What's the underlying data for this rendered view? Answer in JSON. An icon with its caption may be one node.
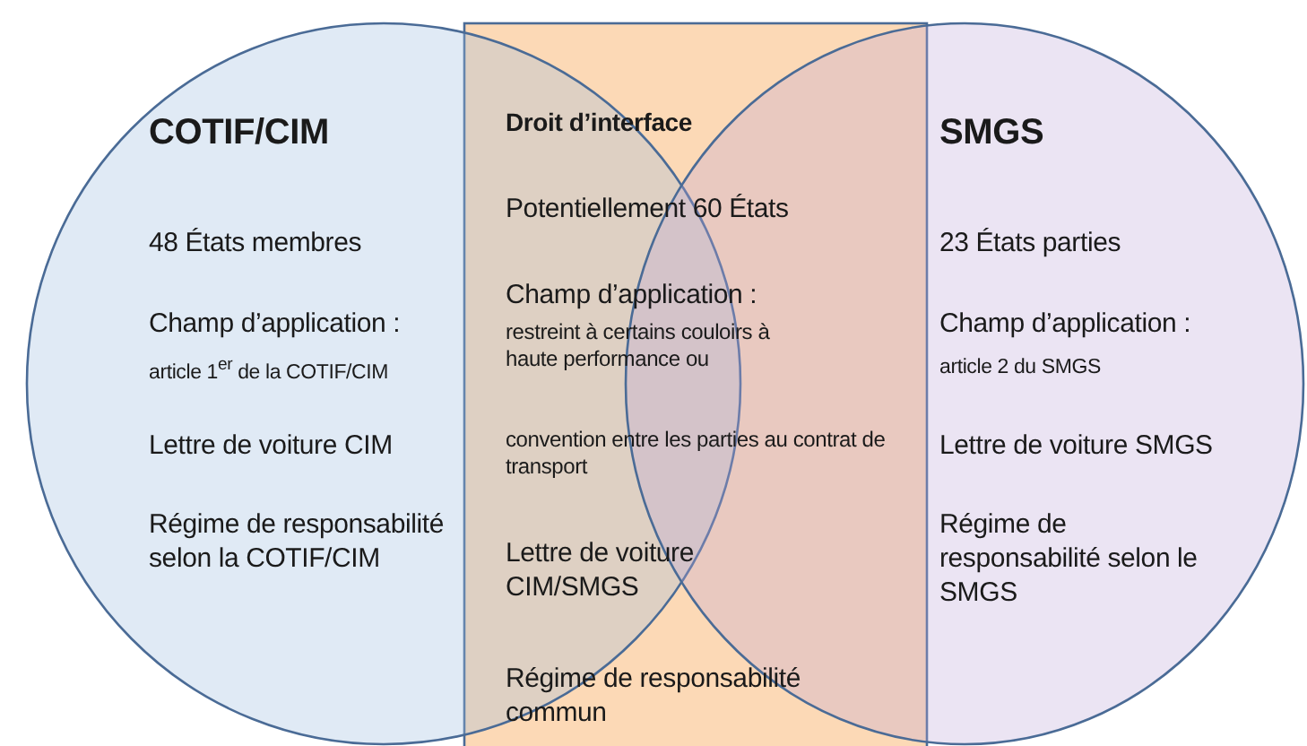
{
  "diagram": {
    "nodes": [
      {
        "text": [
          "COTIF/CIM",
          "48 États membres",
          "Champ d’application :",
          "article 1$^{er}$ de la COTIF/CIM",
          "Lettre de voiture CIM",
          "Régime de responsabilité selon la COTIF/CIM"
        ]
      },
      {
        "text": [
          "Droit d’interface",
          "Potentiellement 60 États",
          "Champ d’application :",
          "restreint à certains couloirs à haute performance ou",
          "convention entre les parties au contrat de transport",
          "Lettre de voiture CIM/SMGS",
          "Régime de responsabilité commun"
        ]
      },
      {
        "text": [
          "SMGS",
          "23 États parties",
          "Champ d’application :",
          "article 2 du SMGS",
          "Lettre de voiture SMGS",
          "Régime de responsabilité selon le SMGS"
        ]
      }
    ],
    "edges": []
  }
}
